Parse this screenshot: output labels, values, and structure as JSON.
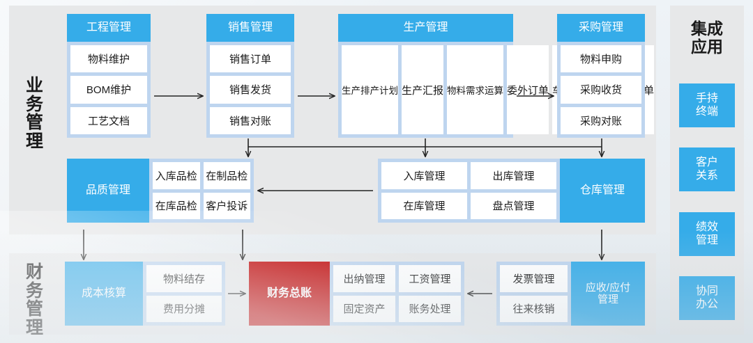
{
  "colors": {
    "accent_blue": "#35ACE9",
    "light_blue": "#BED5EF",
    "panel_gray": "#E7E8E9",
    "red": "#C00000",
    "page_bg": "#EEF3F6"
  },
  "sections": {
    "business": {
      "label": "业务\n管理"
    },
    "finance": {
      "label": "财务\n管理"
    }
  },
  "sidebar": {
    "title": "集成\n应用",
    "items": [
      {
        "label": "手持\n终端"
      },
      {
        "label": "客户\n关系"
      },
      {
        "label": "绩效\n管理"
      },
      {
        "label": "协同\n办公"
      }
    ]
  },
  "groups": {
    "engineering": {
      "title": "工程管理",
      "items": [
        "物料维护",
        "BOM维护",
        "工艺文档"
      ]
    },
    "sales": {
      "title": "销售管理",
      "items": [
        "销售订单",
        "销售发货",
        "销售对账"
      ]
    },
    "production": {
      "title": "生产管理",
      "items": [
        "生产排产计划",
        "生产汇报",
        "物料需求运算",
        "委外订单",
        "车间作业计划",
        "受托订单"
      ]
    },
    "purchase": {
      "title": "采购管理",
      "items": [
        "物料申购",
        "采购收货",
        "采购对账"
      ]
    },
    "quality": {
      "title": "品质管理",
      "items": [
        "入库品检",
        "在制品检",
        "在库品检",
        "客户投诉"
      ]
    },
    "warehouse": {
      "title": "仓库管理",
      "items": [
        "入库管理",
        "出库管理",
        "在库管理",
        "盘点管理"
      ]
    },
    "cost": {
      "title": "成本核算",
      "items": [
        "物料结存",
        "费用分摊"
      ]
    },
    "ledger": {
      "title": "财务总账",
      "items": [
        "出纳管理",
        "工资管理",
        "固定资产",
        "账务处理"
      ]
    },
    "receivable": {
      "title": "应收/应付\n管理",
      "items": [
        "发票管理",
        "往来核销"
      ]
    }
  }
}
